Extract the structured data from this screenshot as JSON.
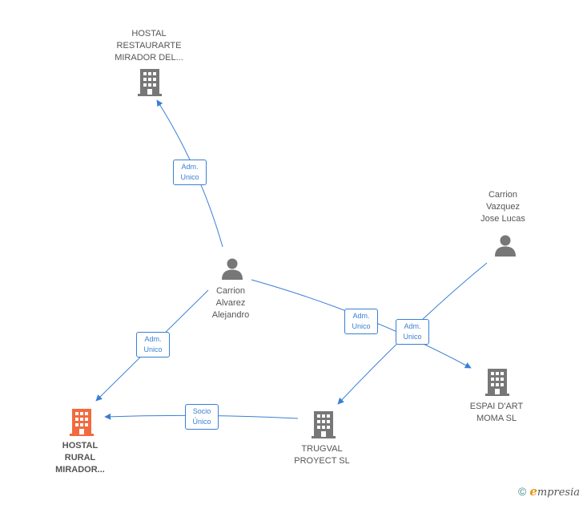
{
  "nodes": {
    "hostal_restaurante": {
      "lines": [
        "HOSTAL",
        "RESTAURARTE",
        "MIRADOR DEL..."
      ],
      "kind": "company"
    },
    "carrion_alvarez": {
      "lines": [
        "Carrion",
        "Alvarez",
        "Alejandro"
      ],
      "kind": "person"
    },
    "carrion_vazquez": {
      "lines": [
        "Carrion",
        "Vazquez",
        "Jose Lucas"
      ],
      "kind": "person"
    },
    "hostal_rural": {
      "lines": [
        "HOSTAL",
        "RURAL",
        "MIRADOR..."
      ],
      "kind": "company-main"
    },
    "trugval": {
      "lines": [
        "TRUGVAL",
        "PROYECT SL"
      ],
      "kind": "company"
    },
    "espai": {
      "lines": [
        "ESPAI D'ART",
        "MOMA SL"
      ],
      "kind": "company"
    }
  },
  "edges": [
    {
      "id": "e1",
      "label": [
        "Adm.",
        "Unico"
      ]
    },
    {
      "id": "e2",
      "label": [
        "Adm.",
        "Unico"
      ]
    },
    {
      "id": "e3",
      "label": [
        "Adm.",
        "Unico"
      ]
    },
    {
      "id": "e4",
      "label": [
        "Adm.",
        "Unico"
      ]
    },
    {
      "id": "e5",
      "label": [
        "Socio",
        "Único"
      ]
    }
  ],
  "colors": {
    "edge": "#3a7fd5",
    "company": "#777777",
    "company_main": "#f26a3d",
    "person": "#777777"
  },
  "brand": {
    "copyright": "©",
    "initial": "e",
    "rest": "mpresia"
  }
}
